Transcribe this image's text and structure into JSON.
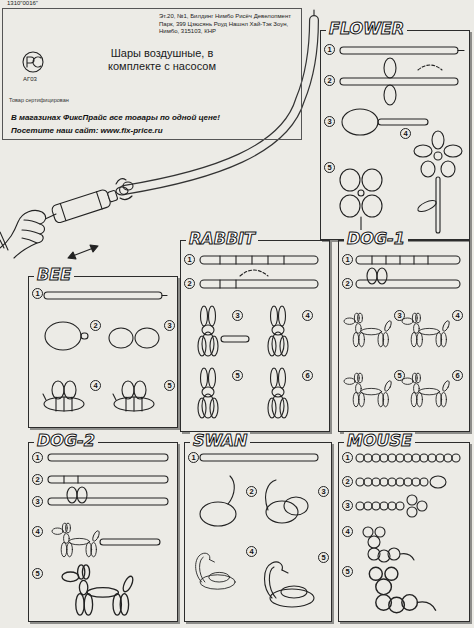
{
  "diagram": {
    "nodes": [
      {
        "text": [
          "Эт.20, №1, Билдинг Нимбо Рисёч Девелопмент Парк, 399 Цзюсянь Роуд Нашнл Хай-Тэк Зоун, Нимбо, 315103, КНР",
          "Шары воздушные, в комплекте с насосом",
          "Товар сертифицирован",
          "В магазинах ФиксПрайс все товары по одной цене!",
          "Посетите наш сайт: www.fix-price.ru"
        ]
      },
      {
        "text": [
          "FLOWER"
        ]
      },
      {
        "text": [
          "RABBIT"
        ]
      },
      {
        "text": [
          "DOG-1"
        ]
      },
      {
        "text": [
          "BEE"
        ]
      },
      {
        "text": [
          "DOG-2"
        ]
      },
      {
        "text": [
          "SWAN"
        ]
      },
      {
        "text": [
          "MOUSE"
        ]
      }
    ],
    "labels": [
      "1310\"0016\"",
      "АГ03",
      "1",
      "2",
      "3",
      "4",
      "5",
      "1",
      "2",
      "3",
      "4",
      "5",
      "6",
      "1",
      "2",
      "3",
      "4",
      "5",
      "6",
      "1",
      "2",
      "3",
      "4",
      "5",
      "1",
      "2",
      "3",
      "4",
      "5",
      "1",
      "2",
      "3",
      "4",
      "5",
      "1",
      "2",
      "3",
      "4",
      "5"
    ]
  }
}
